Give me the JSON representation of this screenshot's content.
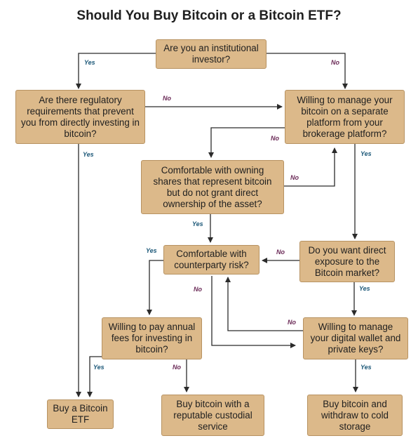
{
  "title": "Should You Buy Bitcoin or a Bitcoin ETF?",
  "colors": {
    "node_fill": "#dcb98a",
    "node_border": "#b79261",
    "yes_label": "#1f5a7a",
    "no_label": "#6b2a57",
    "line": "#2b2b2b"
  },
  "nodes": {
    "institutional": "Are you an institutional investor?",
    "regulatory": "Are there regulatory requirements that prevent you from directly investing in bitcoin?",
    "separate_platform": "Willing to manage your bitcoin on a separate platform from your brokerage platform?",
    "shares": "Comfortable with owning shares that represent bitcoin but do not grant direct ownership of the asset?",
    "counterparty": "Comfortable with counterparty risk?",
    "direct_exposure": "Do you want direct exposure to the Bitcoin market?",
    "annual_fees": "Willing to pay annual fees for investing in bitcoin?",
    "wallet": "Willing to manage your digital wallet and private keys?",
    "buy_etf": "Buy a Bitcoin ETF",
    "custodial": "Buy bitcoin with a reputable custodial service",
    "cold_storage": "Buy bitcoin and withdraw to cold storage"
  },
  "edge_labels": {
    "yes": "Yes",
    "no": "No"
  }
}
